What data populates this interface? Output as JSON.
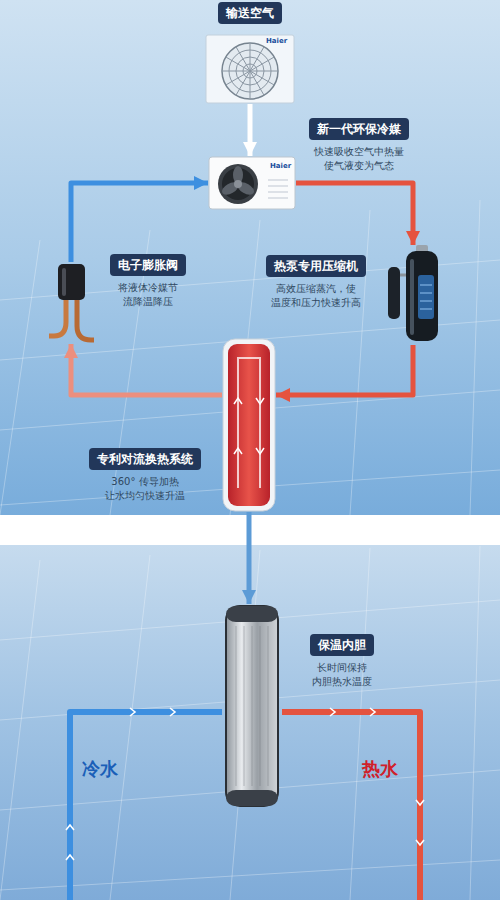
{
  "diagram": {
    "nodes": [
      {
        "text": [
          "输送空气"
        ]
      },
      {
        "text": [
          "新一代环保冷媒",
          "快速吸收空气中热量 使气液变为气态"
        ]
      },
      {
        "text": [
          "电子膨胀阀",
          "将液体冷媒节 流降温降压"
        ]
      },
      {
        "text": [
          "热泵专用压缩机",
          "高效压缩蒸汽，使 温度和压力快速升高"
        ]
      },
      {
        "text": [
          "专利对流换热系统",
          "360° 传导加热 让水均匀快速升温"
        ]
      },
      {
        "text": [
          "保温内胆",
          "长时间保持 内胆热水温度"
        ]
      }
    ],
    "edges": [
      {
        "from": 0,
        "to": 1,
        "arrow": "to"
      },
      {
        "from": 1,
        "to": 3,
        "arrow": "to"
      },
      {
        "from": 3,
        "to": 4,
        "arrow": "to"
      },
      {
        "from": 4,
        "to": 2,
        "arrow": "to"
      },
      {
        "from": 2,
        "to": 1,
        "arrow": "to"
      },
      {
        "from": 4,
        "to": 5,
        "arrow": "to"
      }
    ],
    "labels": [
      "Haier",
      "Haier",
      "冷水",
      "热水"
    ]
  }
}
